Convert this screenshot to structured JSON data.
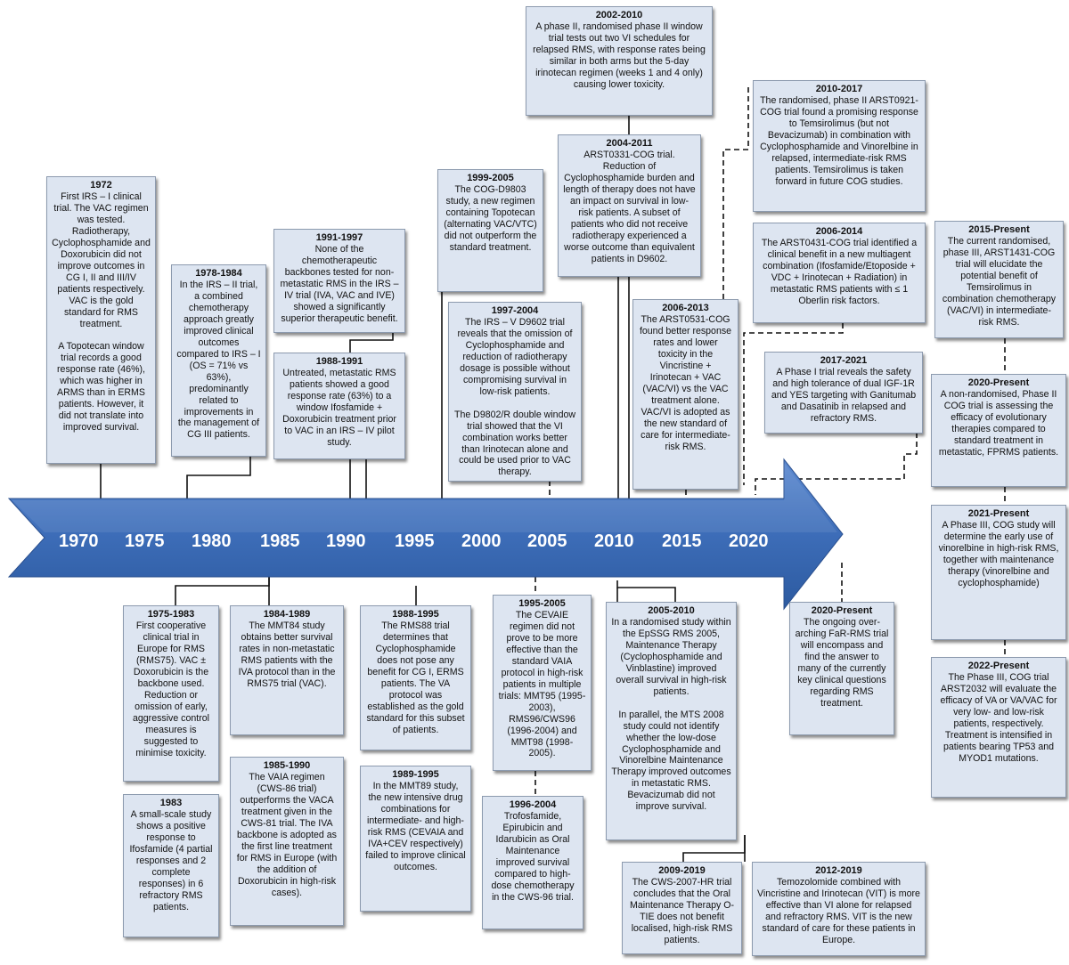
{
  "timeline": {
    "years": [
      "1970",
      "1975",
      "1980",
      "1985",
      "1990",
      "1995",
      "2000",
      "2005",
      "2010",
      "2015",
      "2020"
    ]
  },
  "events": {
    "e1972": {
      "heading": "1972",
      "text": "First IRS – I clinical trial. The VAC regimen was tested. Radiotherapy, Cyclophosphamide and Doxorubicin did not improve outcomes in CG I, II and III/IV patients respectively. VAC is the gold standard for RMS treatment.\n\nA Topotecan window trial records a good response rate (46%), which was higher in ARMS than in ERMS patients. However, it did not translate into improved survival."
    },
    "e1978": {
      "heading": "1978-1984",
      "text": "In the IRS – II trial, a combined chemotherapy approach greatly improved clinical outcomes compared to IRS – I (OS = 71% vs 63%), predominantly related to improvements in the management of CG III patients."
    },
    "e1991": {
      "heading": "1991-1997",
      "text": "None of the chemotherapeutic backbones tested for non-metastatic RMS in the IRS – IV trial (IVA, VAC and IVE) showed a significantly superior therapeutic benefit."
    },
    "e1988a": {
      "heading": "1988-1991",
      "text": "Untreated, metastatic RMS patients showed a good response rate (63%) to a window Ifosfamide + Doxorubicin treatment prior to VAC in an IRS – IV pilot study."
    },
    "e1999": {
      "heading": "1999-2005",
      "text": "The COG-D9803 study, a new regimen containing Topotecan (alternating VAC/VTC) did not outperform the standard treatment."
    },
    "e1997": {
      "heading": "1997-2004",
      "text": "The IRS – V D9602 trial reveals that the omission of Cyclophosphamide and reduction of radiotherapy dosage is possible without compromising survival in low-risk patients.\n\nThe D9802/R double window trial showed that the VI combination works better than Irinotecan alone and could be used prior to VAC therapy."
    },
    "e2002": {
      "heading": "2002-2010",
      "text": "A phase II, randomised phase II window trial tests out two VI schedules for relapsed RMS, with response rates being similar in both arms but the 5-day irinotecan regimen (weeks 1 and 4 only) causing lower toxicity."
    },
    "e2004": {
      "heading": "2004-2011",
      "text": "ARST0331-COG trial. Reduction of Cyclophosphamide burden and length of therapy does not have an impact on survival in low-risk patients. A subset of patients who did not receive radiotherapy experienced a worse outcome than equivalent patients in D9602."
    },
    "e2006a": {
      "heading": "2006-2013",
      "text": "The ARST0531-COG found better response rates and lower toxicity in the Vincristine + Irinotecan + VAC (VAC/VI) vs the VAC treatment alone. VAC/VI is adopted as the new standard of care for intermediate-risk RMS."
    },
    "e2010": {
      "heading": "2010-2017",
      "text": "The randomised, phase II ARST0921-COG trial found a promising response to Temsirolimus (but not Bevacizumab) in combination with Cyclophosphamide and Vinorelbine in relapsed, intermediate-risk RMS patients. Temsirolimus is taken forward in future COG studies."
    },
    "e2006b": {
      "heading": "2006-2014",
      "text": "The ARST0431-COG trial identified a clinical benefit in a new multiagent combination (Ifosfamide/Etoposide + VDC + Irinotecan + Radiation) in metastatic RMS patients with ≤ 1 Oberlin risk factors."
    },
    "e2017": {
      "heading": "2017-2021",
      "text": "A Phase I trial reveals the safety and high tolerance of dual IGF-1R and YES targeting with Ganitumab and Dasatinib in relapsed and refractory RMS."
    },
    "e2015p": {
      "heading": "2015-Present",
      "text": "The current randomised, phase III, ARST1431-COG trial will elucidate the potential benefit of Temsirolimus in combination chemotherapy (VAC/VI) in intermediate-risk RMS."
    },
    "e2020a": {
      "heading": "2020-Present",
      "text": "A non-randomised, Phase II COG trial is assessing the efficacy of evolutionary therapies compared to standard treatment in metastatic, FPRMS patients."
    },
    "e2021": {
      "heading": "2021-Present",
      "text": "A Phase III, COG study will determine the early use of vinorelbine in high-risk RMS, together with maintenance therapy (vinorelbine and cyclophosphamide)"
    },
    "e2022": {
      "heading": "2022-Present",
      "text": "The Phase III, COG trial ARST2032 will evaluate the efficacy of VA or VA/VAC for very low- and low-risk patients, respectively. Treatment is intensified in patients bearing TP53 and MYOD1 mutations."
    },
    "e2020b": {
      "heading": "2020-Present",
      "text": "The ongoing over-arching FaR-RMS trial will encompass and find the answer to many of the currently key clinical questions regarding RMS treatment."
    },
    "e1975": {
      "heading": "1975-1983",
      "text": "First cooperative clinical trial in Europe for RMS (RMS75). VAC ± Doxorubicin is the backbone used. Reduction or omission of early, aggressive control measures is suggested to minimise toxicity."
    },
    "e1983": {
      "heading": "1983",
      "text": "A small-scale study shows a positive response to Ifosfamide (4 partial responses and 2 complete responses) in 6 refractory RMS patients."
    },
    "e1984": {
      "heading": "1984-1989",
      "text": "The MMT84 study obtains better survival rates in non-metastatic RMS patients with the IVA protocol than in the RMS75 trial (VAC)."
    },
    "e1985": {
      "heading": "1985-1990",
      "text": "The VAIA regimen (CWS-86 trial) outperforms the VACA treatment given in the CWS-81 trial. The IVA backbone is adopted as the first line treatment for RMS in Europe (with the addition of Doxorubicin in high-risk cases)."
    },
    "e1988b": {
      "heading": "1988-1995",
      "text": "The RMS88 trial determines that Cyclophosphamide does not pose any benefit for CG I, ERMS patients. The VA protocol was established as the gold standard for this subset of patients."
    },
    "e1989": {
      "heading": "1989-1995",
      "text": "In the MMT89 study, the new intensive drug combinations for intermediate- and high-risk RMS (CEVAIA and IVA+CEV respectively) failed to improve clinical outcomes."
    },
    "e1995": {
      "heading": "1995-2005",
      "text": "The CEVAIE regimen did not prove to be more effective than the standard VAIA protocol in high-risk patients in multiple trials: MMT95 (1995-2003), RMS96/CWS96 (1996-2004) and MMT98 (1998-2005)."
    },
    "e1996": {
      "heading": "1996-2004",
      "text": "Trofosfamide, Epirubicin and Idarubicin as Oral Maintenance improved survival compared to high-dose chemotherapy in the CWS-96 trial."
    },
    "e2005": {
      "heading": "2005-2010",
      "text": "In a randomised study within the EpSSG RMS 2005, Maintenance Therapy (Cyclophosphamide and Vinblastine) improved overall survival in high-risk patients.\n\nIn parallel, the MTS 2008 study could not identify whether the low-dose Cyclophosphamide and Vinorelbine Maintenance Therapy improved outcomes in metastatic RMS. Bevacizumab did not improve survival."
    },
    "e2009": {
      "heading": "2009-2019",
      "text": "The CWS-2007-HR trial concludes that the Oral Maintenance Therapy O-TIE does not benefit localised, high-risk RMS patients."
    },
    "e2012": {
      "heading": "2012-2019",
      "text": "Temozolomide combined with Vincristine and Irinotecan (VIT) is more effective than VI alone for relapsed and refractory RMS. VIT is the new standard of care for these patients in Europe."
    }
  }
}
